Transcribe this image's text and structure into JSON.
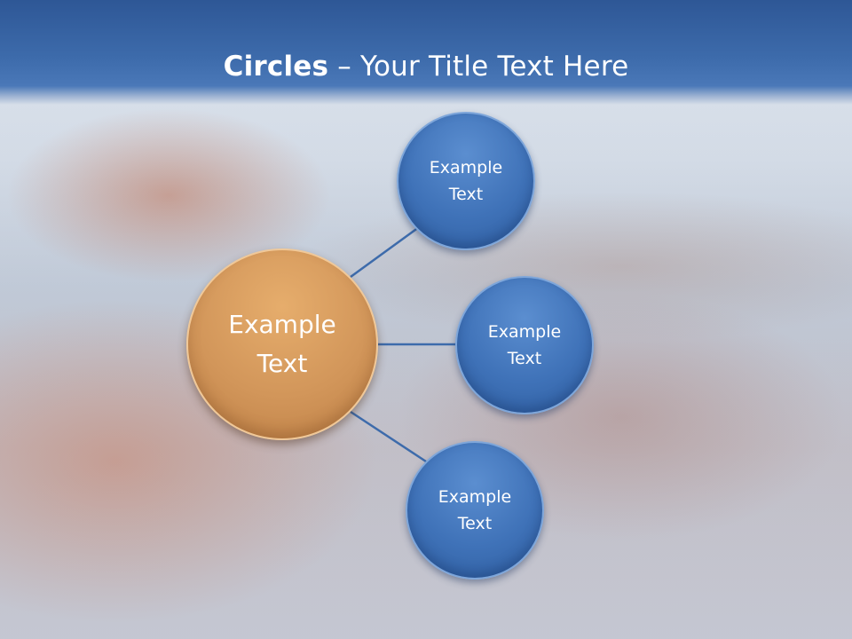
{
  "slide": {
    "title_bold": "Circles",
    "title_rest": " – Your Title Text Here"
  },
  "diagram": {
    "center": {
      "label": "Example Text",
      "color": "#d2965a"
    },
    "nodes": [
      {
        "label": "Example Text",
        "color": "#3f72b8"
      },
      {
        "label": "Example Text",
        "color": "#3f72b8"
      },
      {
        "label": "Example Text",
        "color": "#3f72b8"
      }
    ],
    "connector_color": "#3d6bab"
  }
}
